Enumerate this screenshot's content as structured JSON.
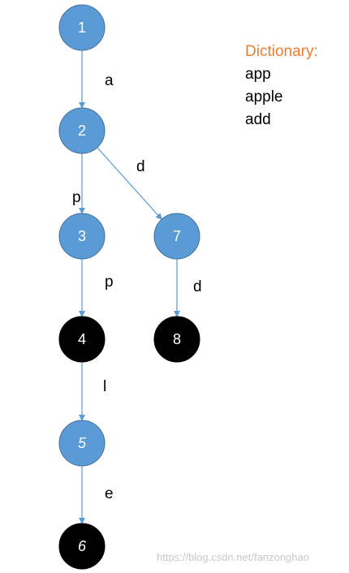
{
  "colors": {
    "node_blue": "#5b9bd5",
    "node_black": "#000000",
    "node_stroke": "#41719c",
    "edge": "#5b9bd5",
    "dictionary_title": "#ed7d31"
  },
  "trie": {
    "nodes": [
      {
        "id": "n1",
        "label": "1",
        "terminal": false,
        "italic": false
      },
      {
        "id": "n2",
        "label": "2",
        "terminal": false,
        "italic": false
      },
      {
        "id": "n3",
        "label": "3",
        "terminal": false,
        "italic": false
      },
      {
        "id": "n4",
        "label": "4",
        "terminal": true,
        "italic": false
      },
      {
        "id": "n5",
        "label": "5",
        "terminal": false,
        "italic": true
      },
      {
        "id": "n6",
        "label": "6",
        "terminal": true,
        "italic": true
      },
      {
        "id": "n7",
        "label": "7",
        "terminal": false,
        "italic": false
      },
      {
        "id": "n8",
        "label": "8",
        "terminal": true,
        "italic": false
      }
    ],
    "edges": [
      {
        "from": "n1",
        "to": "n2",
        "label": "a"
      },
      {
        "from": "n2",
        "to": "n3",
        "label": "p"
      },
      {
        "from": "n2",
        "to": "n7",
        "label": "d"
      },
      {
        "from": "n3",
        "to": "n4",
        "label": "p"
      },
      {
        "from": "n4",
        "to": "n5",
        "label": "l"
      },
      {
        "from": "n5",
        "to": "n6",
        "label": "e"
      },
      {
        "from": "n7",
        "to": "n8",
        "label": "d"
      }
    ]
  },
  "dictionary": {
    "title": "Dictionary:",
    "words": [
      "app",
      "apple",
      "add"
    ]
  },
  "watermark": "https://blog.csdn.net/fanzonghao"
}
